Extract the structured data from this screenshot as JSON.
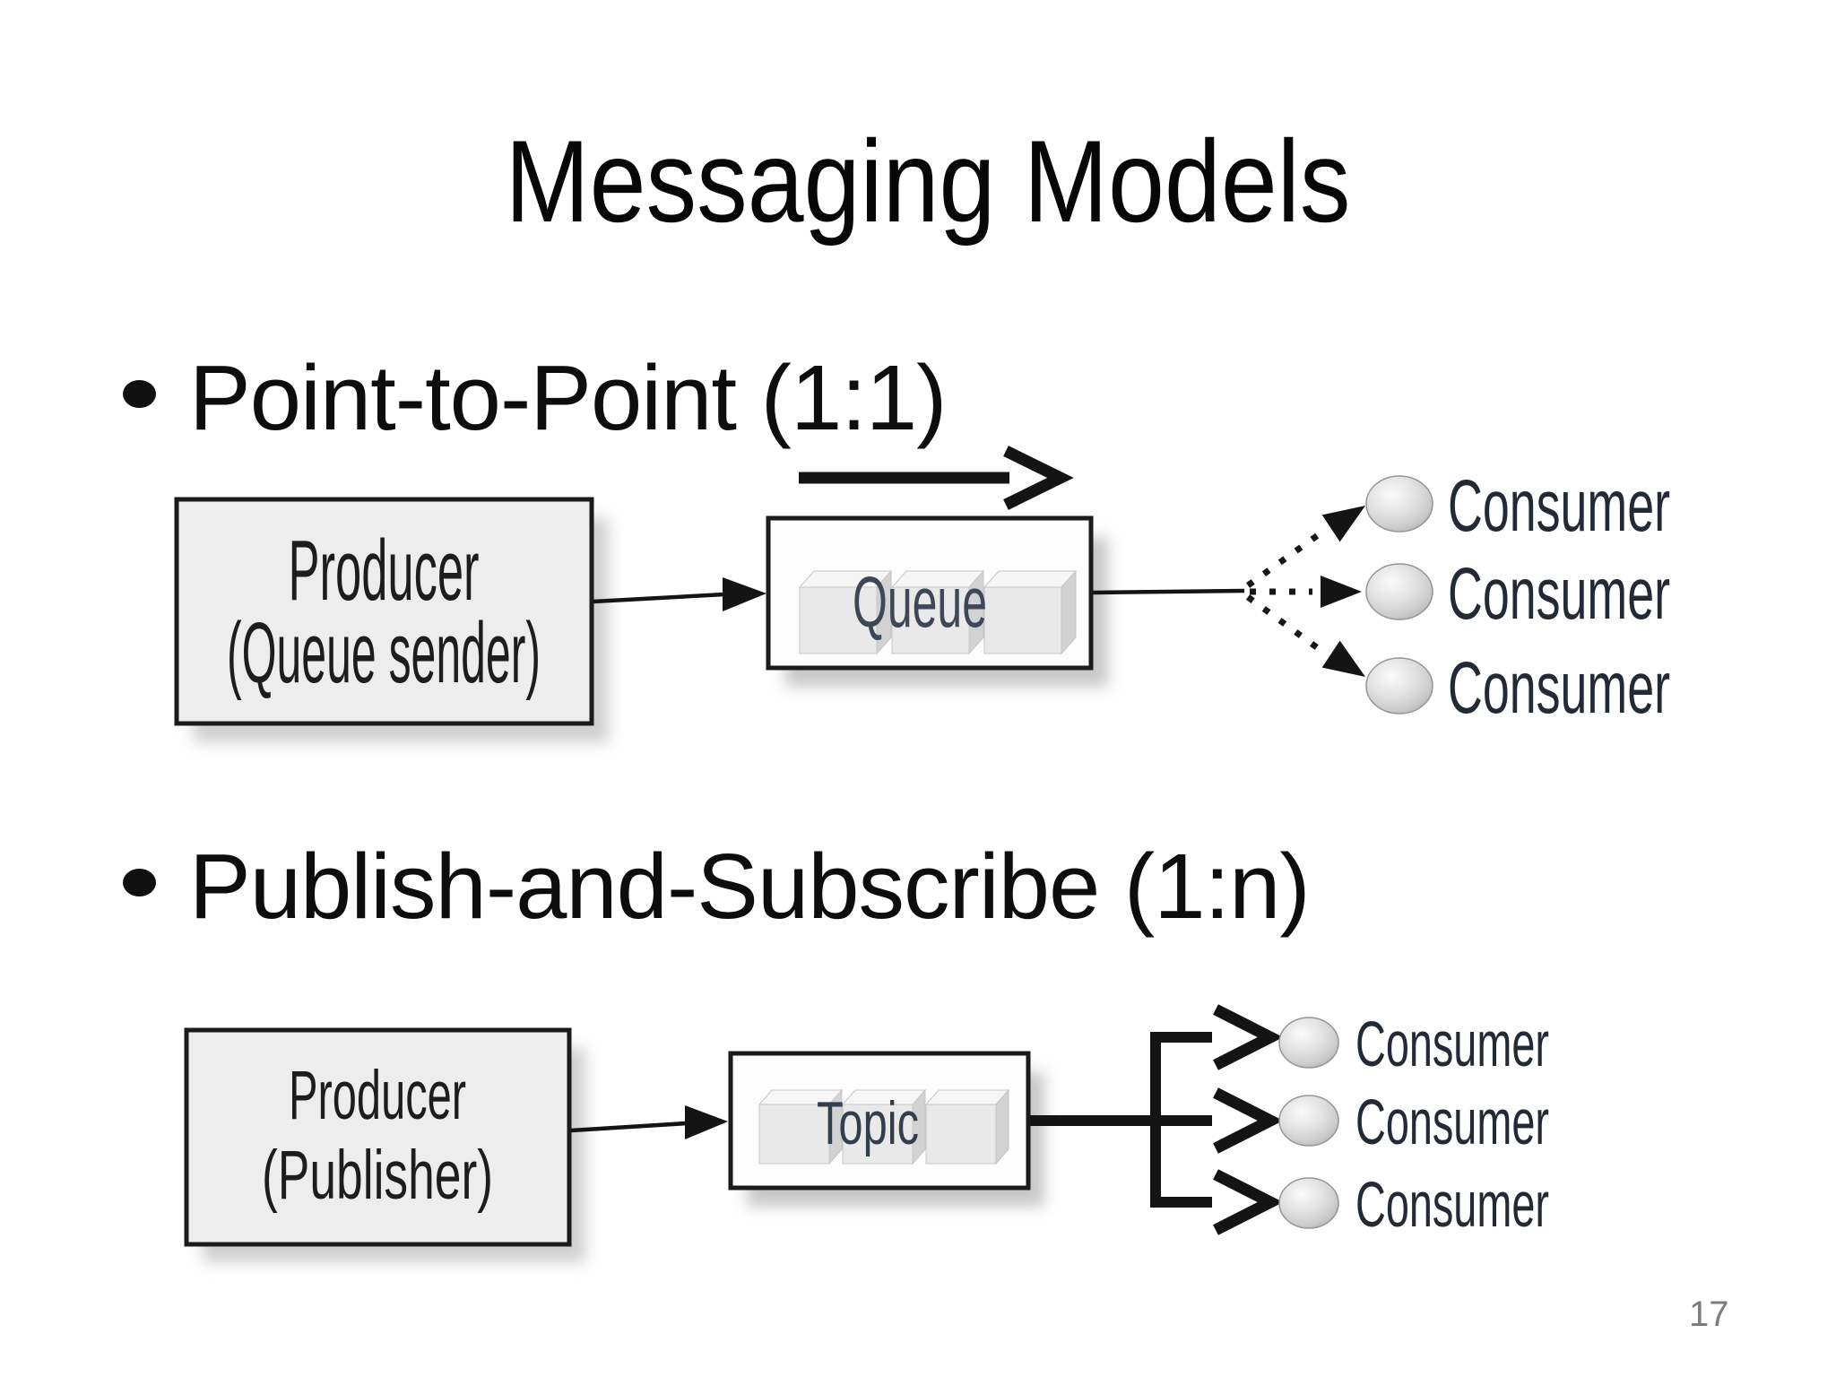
{
  "slide": {
    "title": "Messaging Models",
    "page_number": "17",
    "bullet_points": [
      {
        "label": "Point-to-Point (1:1)"
      },
      {
        "label": "Publish-and-Subscribe (1:n)"
      }
    ]
  },
  "point_to_point_diagram": {
    "producer_label_line1": "Producer",
    "producer_label_line2": "(Queue sender)",
    "channel_label": "Queue",
    "consumer_labels": [
      "Consumer",
      "Consumer",
      "Consumer"
    ]
  },
  "publish_subscribe_diagram": {
    "producer_label_line1": "Producer",
    "producer_label_line2": "(Publisher)",
    "channel_label": "Topic",
    "consumer_labels": [
      "Consumer",
      "Consumer",
      "Consumer"
    ]
  },
  "colors": {
    "producer_box_fill": "#ededed",
    "channel_box_fill": "#fdfdfd",
    "box_border": "#1b1b1b",
    "arrow_color": "#141414",
    "queue_text_color": "#3d4757",
    "topic_text_color": "#333e4d",
    "consumer_text_color": "#232a35",
    "page_number_color": "#7d7d7d"
  }
}
